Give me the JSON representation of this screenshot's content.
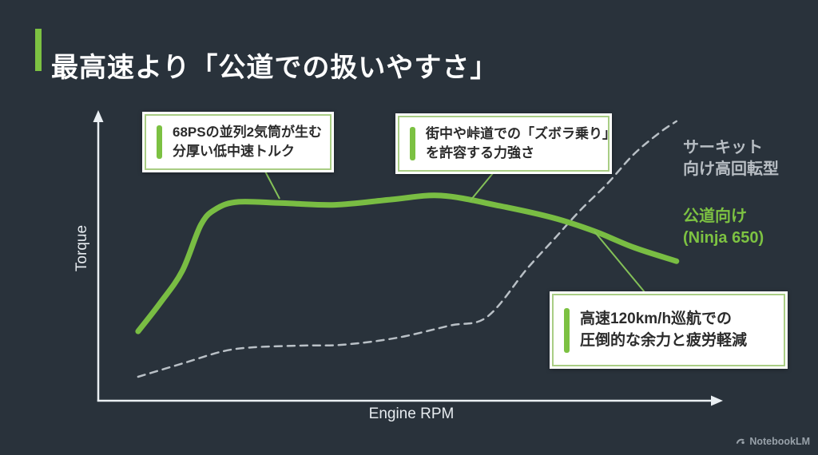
{
  "slide": {
    "title": "最高速より「公道での扱いやすさ」",
    "accent_color": "#7cc142",
    "background_color": "#29323b"
  },
  "chart_data": {
    "type": "line",
    "title": "最高速より「公道での扱いやすさ」",
    "xlabel": "Engine RPM",
    "ylabel": "Torque",
    "axes_numeric": false,
    "x_range": [
      0,
      100
    ],
    "y_range": [
      0,
      100
    ],
    "grid": false,
    "legend_position": "right",
    "series": [
      {
        "name": "公道向け (Ninja 650)",
        "color": "#79bd43",
        "style": "solid",
        "width": 7,
        "points": [
          [
            6.4,
            24
          ],
          [
            10,
            34
          ],
          [
            13.5,
            45
          ],
          [
            16.5,
            61
          ],
          [
            19,
            66.5
          ],
          [
            22.5,
            68.8
          ],
          [
            29.5,
            68.4
          ],
          [
            38,
            67.8
          ],
          [
            47,
            69.6
          ],
          [
            55,
            71
          ],
          [
            64.5,
            67.4
          ],
          [
            73,
            63.3
          ],
          [
            79.7,
            58.6
          ],
          [
            86,
            53
          ],
          [
            92.8,
            48.3
          ]
        ]
      },
      {
        "name": "サーキット向け高回転型",
        "color": "#b9c0c6",
        "style": "dashed",
        "width": 2.5,
        "points": [
          [
            6.4,
            8.3
          ],
          [
            13.7,
            13
          ],
          [
            20,
            17.1
          ],
          [
            25,
            18.5
          ],
          [
            33,
            19.1
          ],
          [
            39.4,
            19.4
          ],
          [
            48,
            21.8
          ],
          [
            56.4,
            26
          ],
          [
            62.4,
            29
          ],
          [
            68.8,
            45.6
          ],
          [
            73.1,
            55.8
          ],
          [
            77.4,
            66
          ],
          [
            81.7,
            75.1
          ],
          [
            86,
            85.4
          ],
          [
            90.3,
            93.1
          ],
          [
            92.8,
            96.7
          ]
        ]
      }
    ]
  },
  "annotations": {
    "callout1": {
      "line1": "68PSの並列2気筒が生む",
      "line2": "分厚い低中速トルク"
    },
    "callout2": {
      "line1": "街中や峠道での「ズボラ乗り」",
      "line2": "を許容する力強さ"
    },
    "callout3": {
      "line1": "高速120km/h巡航での",
      "line2": "圧倒的な余力と疲労軽減"
    }
  },
  "legend": {
    "circuit": {
      "line1": "サーキット",
      "line2": "向け高回転型",
      "color": "#b8bec4"
    },
    "road": {
      "line1": "公道向け",
      "line2": "(Ninja 650)",
      "color": "#7dc242"
    }
  },
  "axis": {
    "x_label": "Engine RPM",
    "y_label": "Torque"
  },
  "footer": {
    "brand": "NotebookLM"
  }
}
